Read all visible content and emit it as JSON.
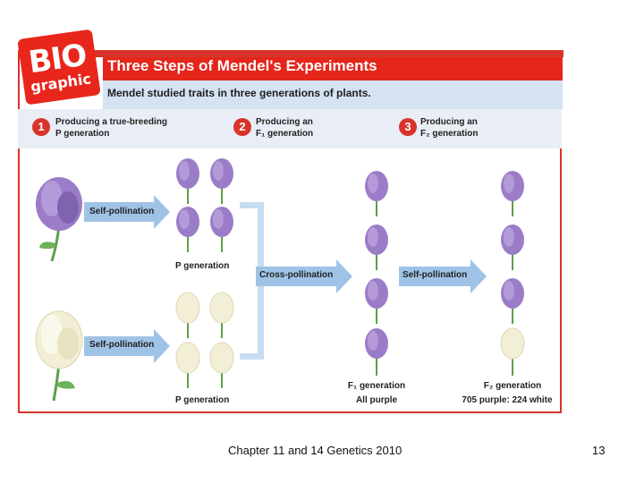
{
  "figure": {
    "badge": {
      "bio": "BIO",
      "graphic": "graphic"
    },
    "title": "Three Steps of Mendel's Experiments",
    "subtitle": "Mendel studied traits in three generations of plants.",
    "steps": [
      {
        "number": "1",
        "line1": "Producing a true-breeding",
        "line2": "P generation"
      },
      {
        "number": "2",
        "line1": "Producing an",
        "line2": "F₁ generation"
      },
      {
        "number": "3",
        "line1": "Producing an",
        "line2": "F₂ generation"
      }
    ],
    "labels": {
      "self_pollination_top": "Self-pollination",
      "self_pollination_bottom": "Self-pollination",
      "p_generation_top": "P generation",
      "p_generation_bottom": "P generation",
      "cross_pollination": "Cross-pollination",
      "self_pollination_f1": "Self-pollination",
      "f1_generation": "F₁ generation",
      "f1_result": "All purple",
      "f2_generation": "F₂ generation",
      "f2_result": "705 purple: 224 white"
    },
    "colors": {
      "accent_red": "#e4261b",
      "purple_flower": "#9b7cc8",
      "white_flower": "#f2efd6",
      "arrow_blue": "#9fc3e6"
    }
  },
  "footer": {
    "caption": "Chapter 11 and 14 Genetics 2010",
    "page_number": "13"
  }
}
